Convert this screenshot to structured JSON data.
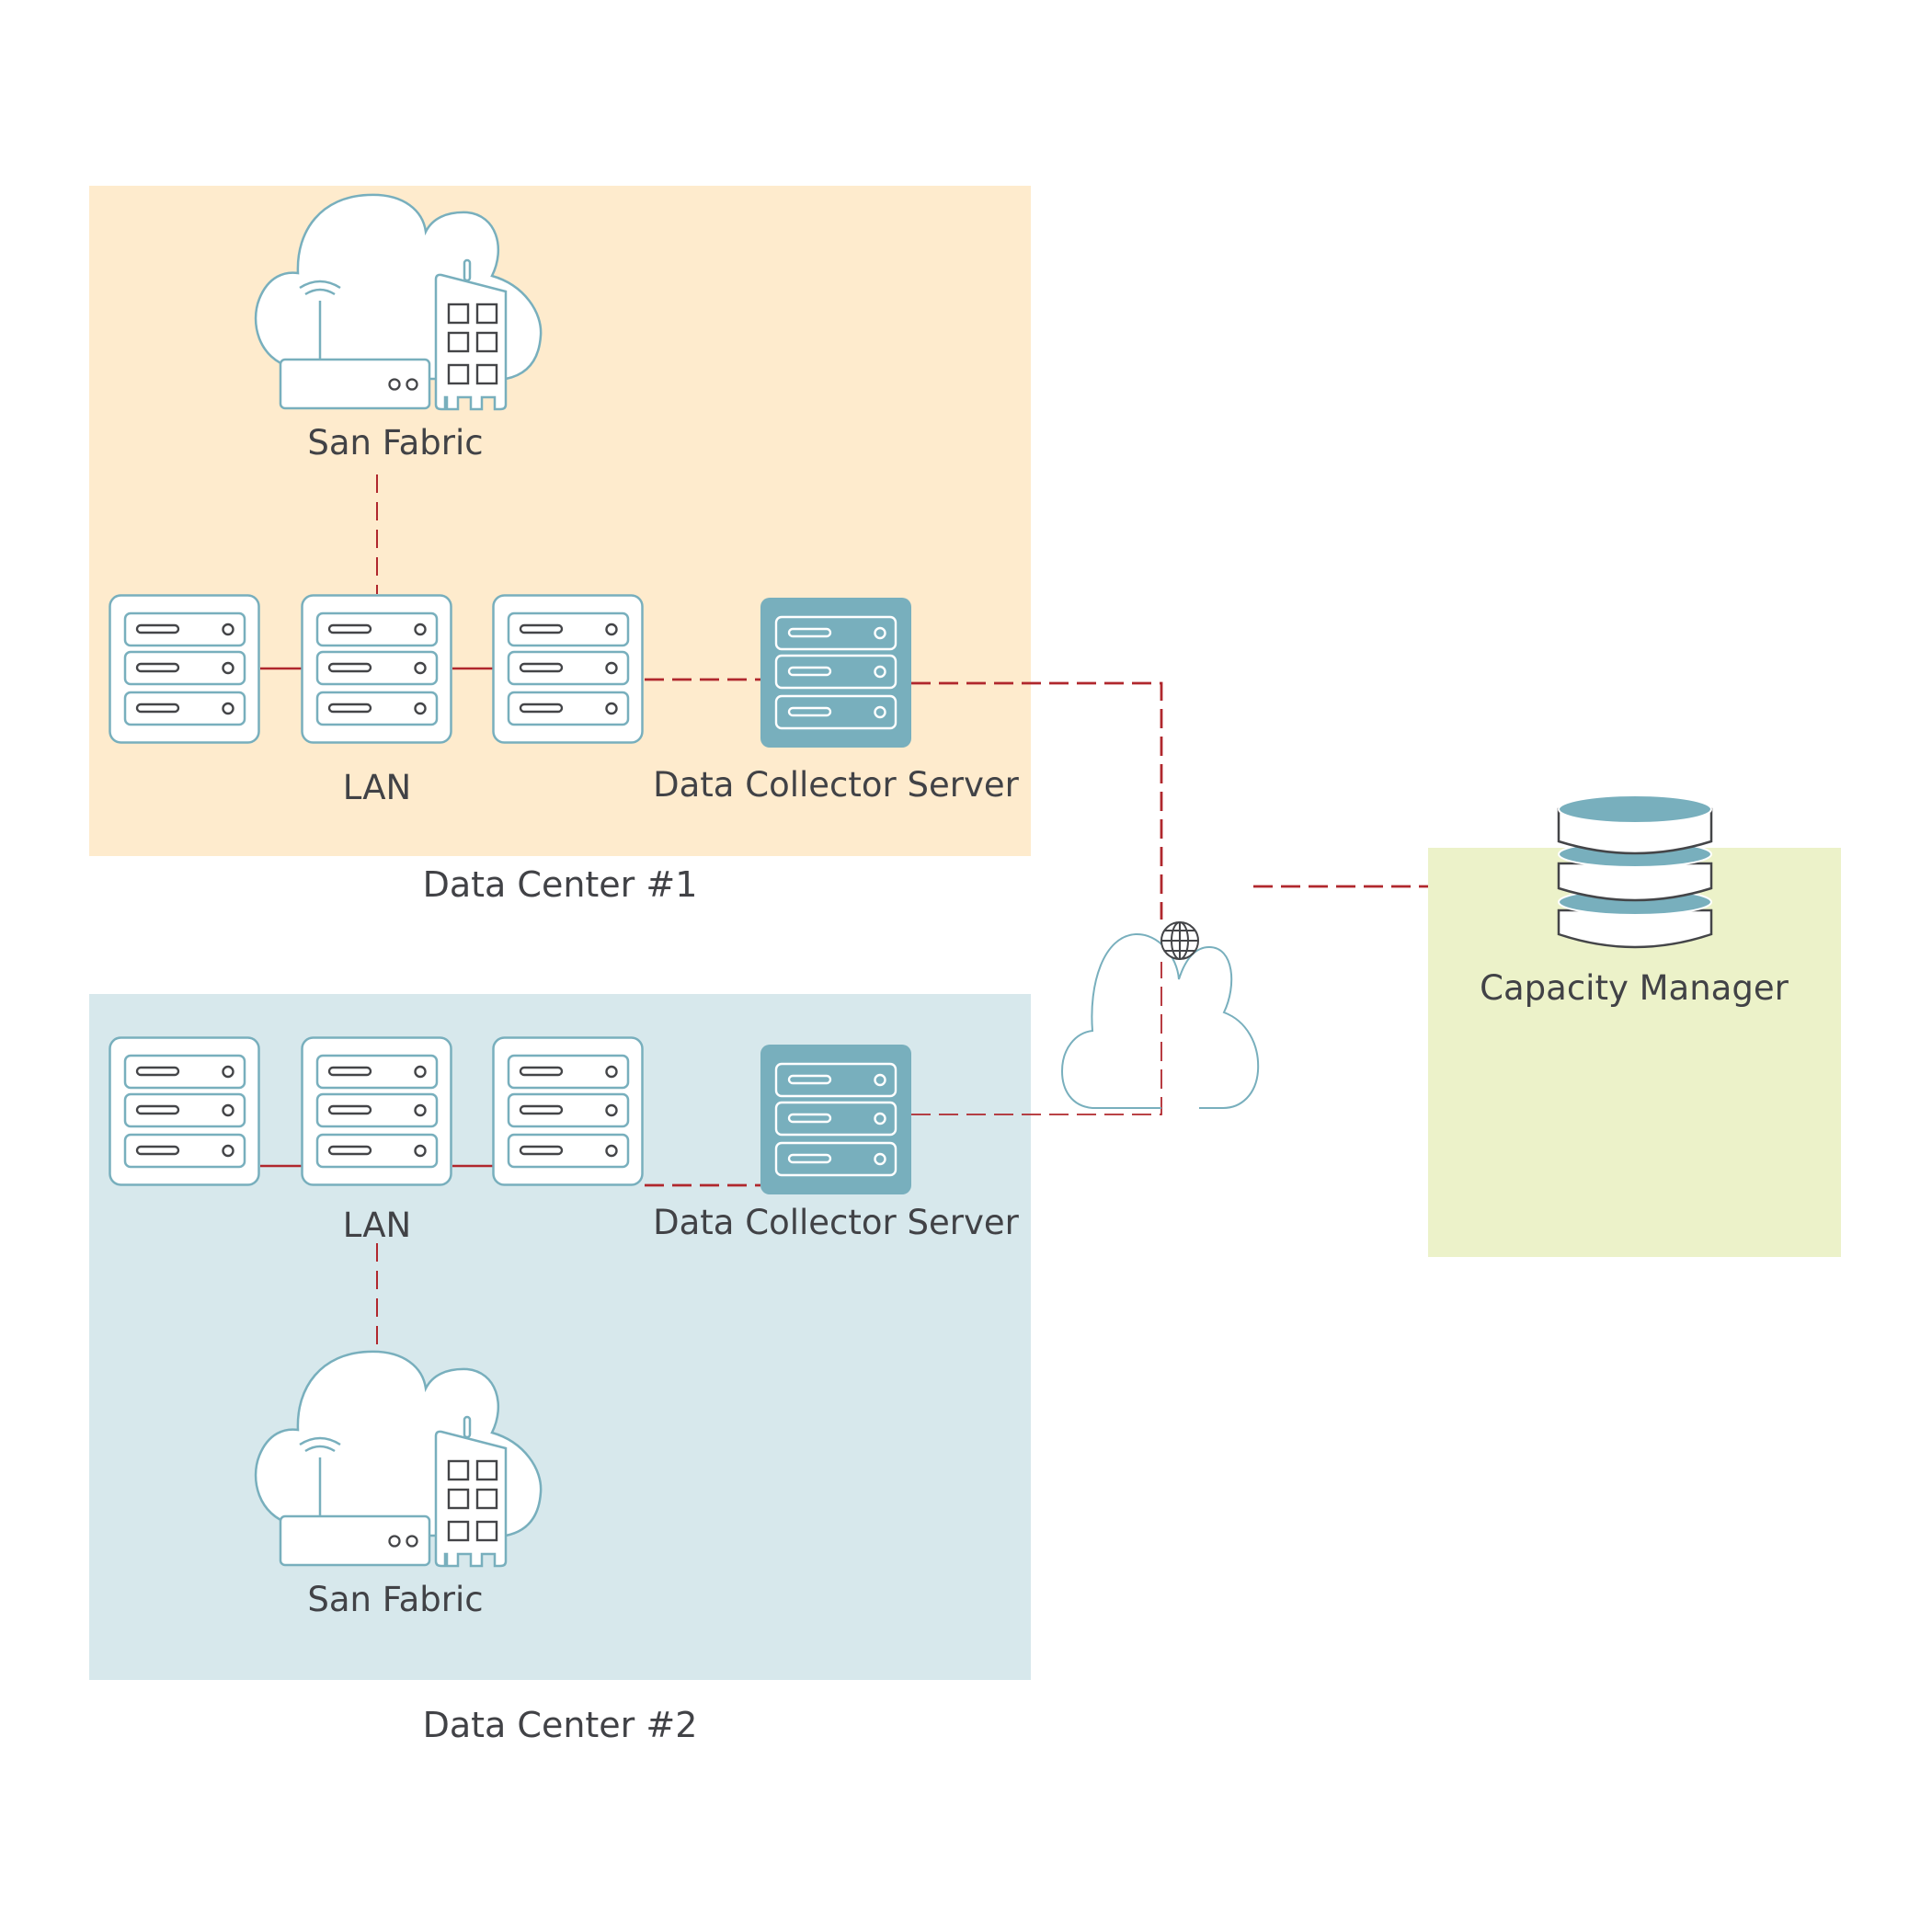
{
  "colors": {
    "dc1_background": "#feebcd",
    "dc2_background": "#d7e8ec",
    "capacity_background": "#ecf2c9",
    "icon_accent": "#78afbd",
    "link": "#b0272d",
    "text": "#414246"
  },
  "data_centers": [
    {
      "title": "Data Center #1",
      "san_fabric_label": "San Fabric",
      "lan_label": "LAN",
      "collector_label": "Data Collector Server",
      "lan_server_count": 3
    },
    {
      "title": "Data Center #2",
      "san_fabric_label": "San Fabric",
      "lan_label": "LAN",
      "collector_label": "Data Collector Server",
      "lan_server_count": 3
    }
  ],
  "internet": {
    "icon": "globe-icon",
    "label": ""
  },
  "capacity_manager": {
    "label": "Capacity Manager",
    "icon": "database-icon"
  },
  "connections": [
    {
      "from": "dc1-san-fabric",
      "to": "dc1-lan",
      "style": "dashed"
    },
    {
      "from": "dc1-lan-server-1",
      "to": "dc1-lan-server-2",
      "style": "solid"
    },
    {
      "from": "dc1-lan-server-2",
      "to": "dc1-lan-server-3",
      "style": "solid"
    },
    {
      "from": "dc1-lan",
      "to": "dc1-data-collector",
      "style": "dashed"
    },
    {
      "from": "dc1-data-collector",
      "to": "internet-cloud",
      "style": "dashed"
    },
    {
      "from": "dc2-san-fabric",
      "to": "dc2-lan",
      "style": "dashed"
    },
    {
      "from": "dc2-lan-server-1",
      "to": "dc2-lan-server-2",
      "style": "solid"
    },
    {
      "from": "dc2-lan-server-2",
      "to": "dc2-lan-server-3",
      "style": "solid"
    },
    {
      "from": "dc2-lan",
      "to": "dc2-data-collector",
      "style": "dashed"
    },
    {
      "from": "dc2-data-collector",
      "to": "internet-cloud",
      "style": "dashed"
    },
    {
      "from": "internet-cloud",
      "to": "capacity-manager",
      "style": "dashed"
    }
  ]
}
